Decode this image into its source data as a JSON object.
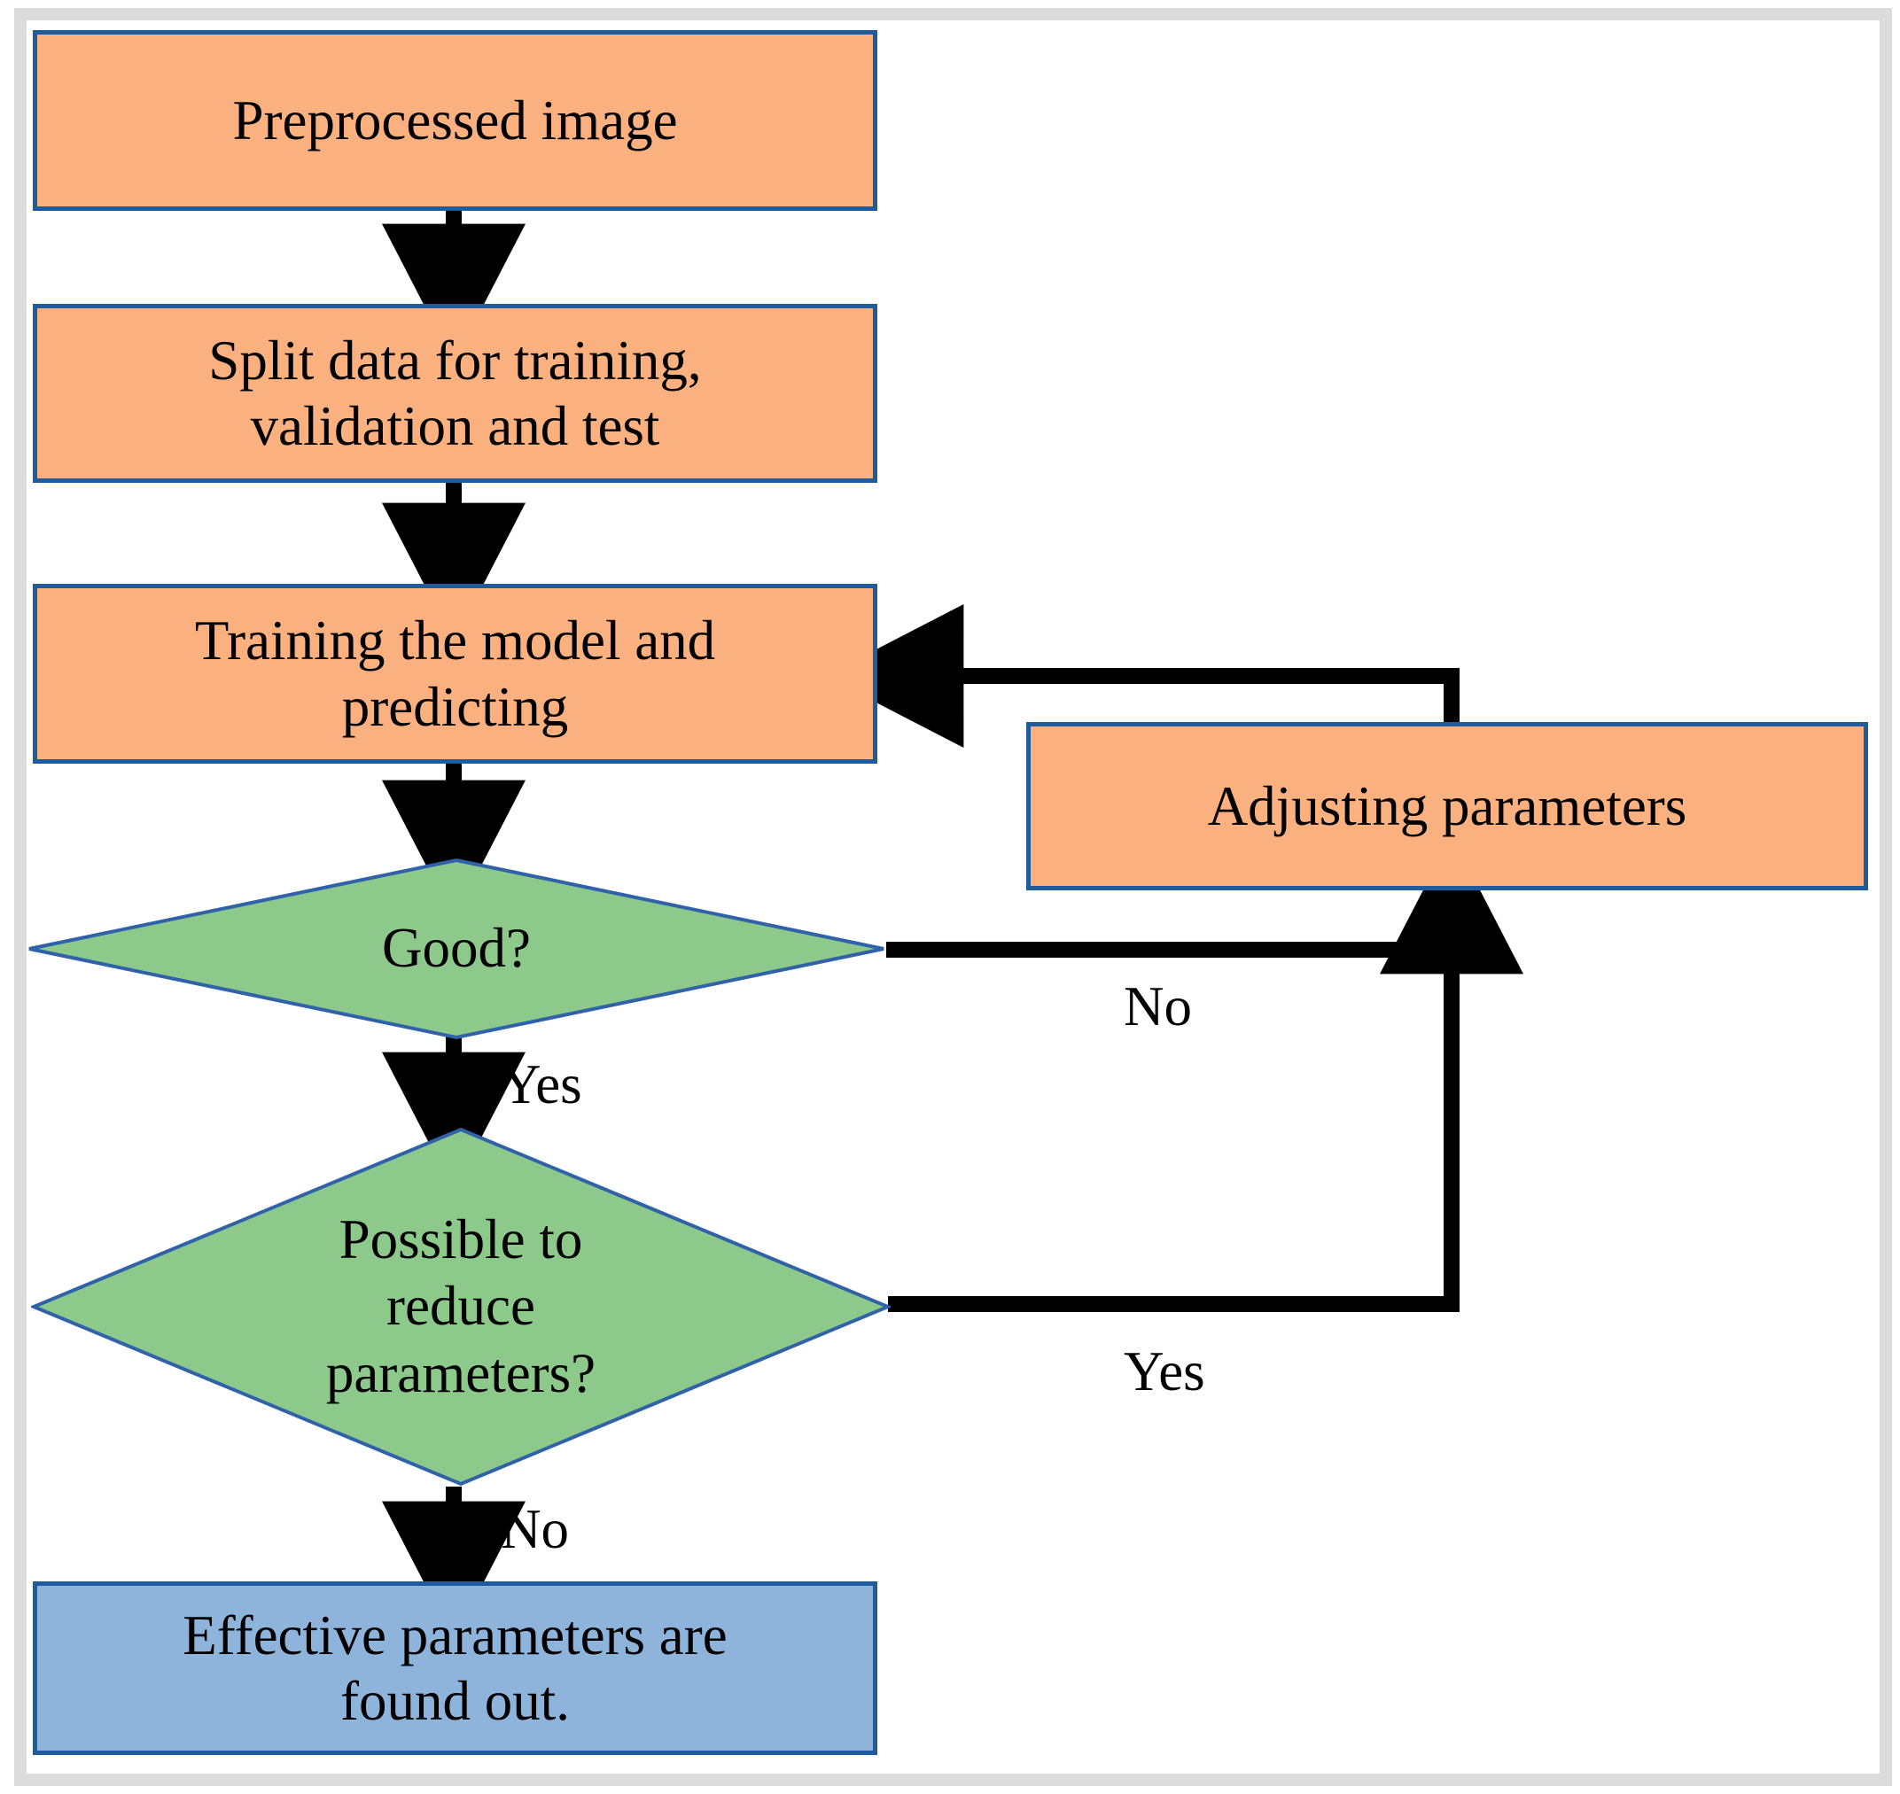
{
  "diagram": {
    "title": "Model training and parameter tuning flowchart",
    "colors": {
      "process_fill": "#FBB080",
      "decision_fill": "#8DC98A",
      "terminal_fill": "#8FB4DC",
      "node_border": "#1F5C9E",
      "connector": "#000000",
      "frame": "#dcdcdc"
    },
    "nodes": [
      {
        "id": "preprocessed-image",
        "type": "process",
        "label": "Preprocessed image"
      },
      {
        "id": "split-data",
        "type": "process",
        "label": "Split data for training,\nvalidation and test"
      },
      {
        "id": "train-predict",
        "type": "process",
        "label": "Training the model and\npredicting"
      },
      {
        "id": "good",
        "type": "decision",
        "label": "Good?"
      },
      {
        "id": "reduce-parameters",
        "type": "decision",
        "label": "Possible to\nreduce\nparameters?"
      },
      {
        "id": "adjusting-parameters",
        "type": "process",
        "label": "Adjusting parameters"
      },
      {
        "id": "effective-parameters",
        "type": "terminal",
        "label": "Effective parameters are\nfound out."
      }
    ],
    "node_labels": {
      "preprocessed_image": "Preprocessed image",
      "split_data_line1": "Split data for training,",
      "split_data_line2": "validation and test",
      "train_predict_line1": "Training the model and",
      "train_predict_line2": "predicting",
      "good": "Good?",
      "reduce_line1": "Possible to",
      "reduce_line2": "reduce",
      "reduce_line3": "parameters?",
      "adjusting_parameters": "Adjusting parameters",
      "effective_line1": "Effective parameters are",
      "effective_line2": "found out."
    },
    "edge_labels": {
      "good_no": "No",
      "good_yes": "Yes",
      "reduce_yes": "Yes",
      "reduce_no": "No"
    },
    "edges": [
      {
        "from": "preprocessed-image",
        "to": "split-data",
        "label": ""
      },
      {
        "from": "split-data",
        "to": "train-predict",
        "label": ""
      },
      {
        "from": "train-predict",
        "to": "good",
        "label": ""
      },
      {
        "from": "good",
        "to": "adjusting-parameters",
        "label": "No"
      },
      {
        "from": "good",
        "to": "reduce-parameters",
        "label": "Yes"
      },
      {
        "from": "reduce-parameters",
        "to": "adjusting-parameters",
        "label": "Yes"
      },
      {
        "from": "reduce-parameters",
        "to": "effective-parameters",
        "label": "No"
      },
      {
        "from": "adjusting-parameters",
        "to": "train-predict",
        "label": ""
      }
    ]
  }
}
